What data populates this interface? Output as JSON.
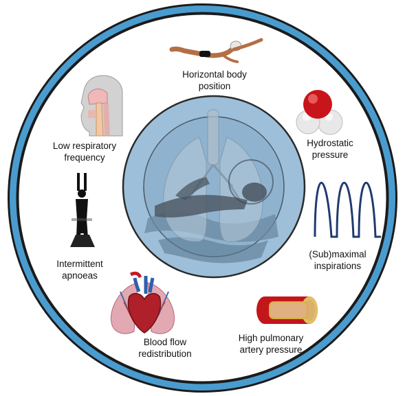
{
  "diagram": {
    "factors": [
      {
        "id": "horizontal",
        "lines": [
          "Horizontal body",
          "position"
        ],
        "icon": "swimmer-icon"
      },
      {
        "id": "hydrostatic",
        "lines": [
          "Hydrostatic",
          "pressure"
        ],
        "icon": "water-molecule-icon"
      },
      {
        "id": "inspirations",
        "lines": [
          "(Sub)maximal",
          "inspirations"
        ],
        "icon": "breathing-waveform-icon"
      },
      {
        "id": "pulmonary",
        "lines": [
          "High pulmonary",
          "artery pressure"
        ],
        "icon": "blood-vessel-icon"
      },
      {
        "id": "bloodflow",
        "lines": [
          "Blood flow",
          "redistribution"
        ],
        "icon": "heart-lungs-icon"
      },
      {
        "id": "apnoeas",
        "lines": [
          "Intermittent",
          "apnoeas"
        ],
        "icon": "diver-icon"
      },
      {
        "id": "respiratory",
        "lines": [
          "Low respiratory",
          "frequency"
        ],
        "icon": "airway-head-icon"
      }
    ],
    "center_icon": "lungs-swimmer-icon",
    "colors": {
      "outer_ring": "#4a9ccf",
      "outer_ring_border": "#1b1b1b",
      "center_fill": "#9dbfd9",
      "center_border": "#2a2a2a"
    }
  }
}
